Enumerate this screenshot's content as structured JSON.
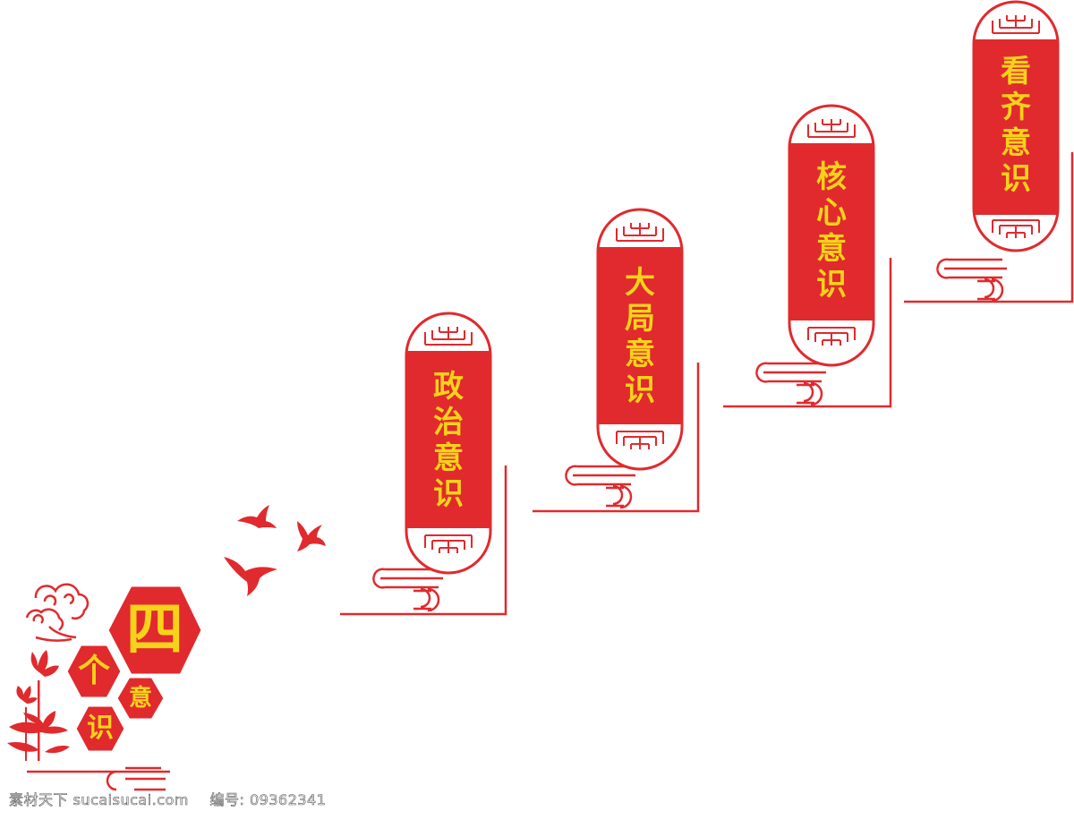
{
  "colors": {
    "red": "#e02a2e",
    "gold": "#f7d21a",
    "white": "#ffffff"
  },
  "panels": [
    {
      "id": "politics",
      "text": [
        "政",
        "治",
        "意",
        "识"
      ]
    },
    {
      "id": "overall",
      "text": [
        "大",
        "局",
        "意",
        "识"
      ]
    },
    {
      "id": "core",
      "text": [
        "核",
        "心",
        "意",
        "识"
      ]
    },
    {
      "id": "align",
      "text": [
        "看",
        "齐",
        "意",
        "识"
      ]
    }
  ],
  "badge": {
    "big": "四",
    "ge": "个",
    "yi": "意",
    "shi": "识"
  },
  "decor_icons": [
    "cloud-icon",
    "lotus-icon",
    "bird-icon"
  ],
  "watermark": {
    "site": "素材天下 sucaisucai.com",
    "id_label": "编号: 09362341"
  }
}
